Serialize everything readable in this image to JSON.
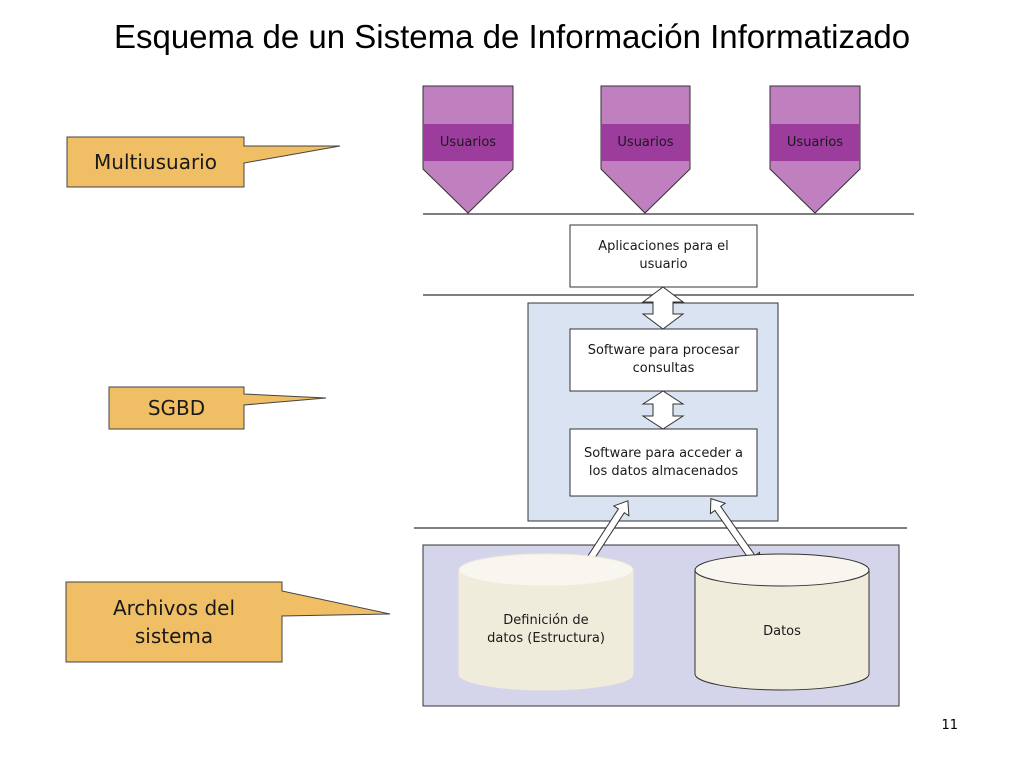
{
  "title": "Esquema de un Sistema de Información Informatizado",
  "callouts": {
    "multiusuario": "Multiusuario",
    "sgbd": "SGBD",
    "archivos": "Archivos del sistema"
  },
  "users": [
    "Usuarios",
    "Usuarios",
    "Usuarios"
  ],
  "boxes": {
    "aplicaciones": "Aplicaciones para el usuario",
    "procesar": "Software para procesar consultas",
    "acceder": "Software para acceder a los datos almacenados"
  },
  "cylinders": {
    "definicion": "Definición de datos (Estructura)",
    "datos": "Datos"
  },
  "page_number": "11",
  "colors": {
    "callout_fill": "#f0be64",
    "user_fill": "#c080c0",
    "user_band": "#9c3c9c",
    "sgbd_panel": "#dae3f2",
    "files_panel": "#d4d5ea",
    "cylinder_fill": "#f0ecdc"
  }
}
